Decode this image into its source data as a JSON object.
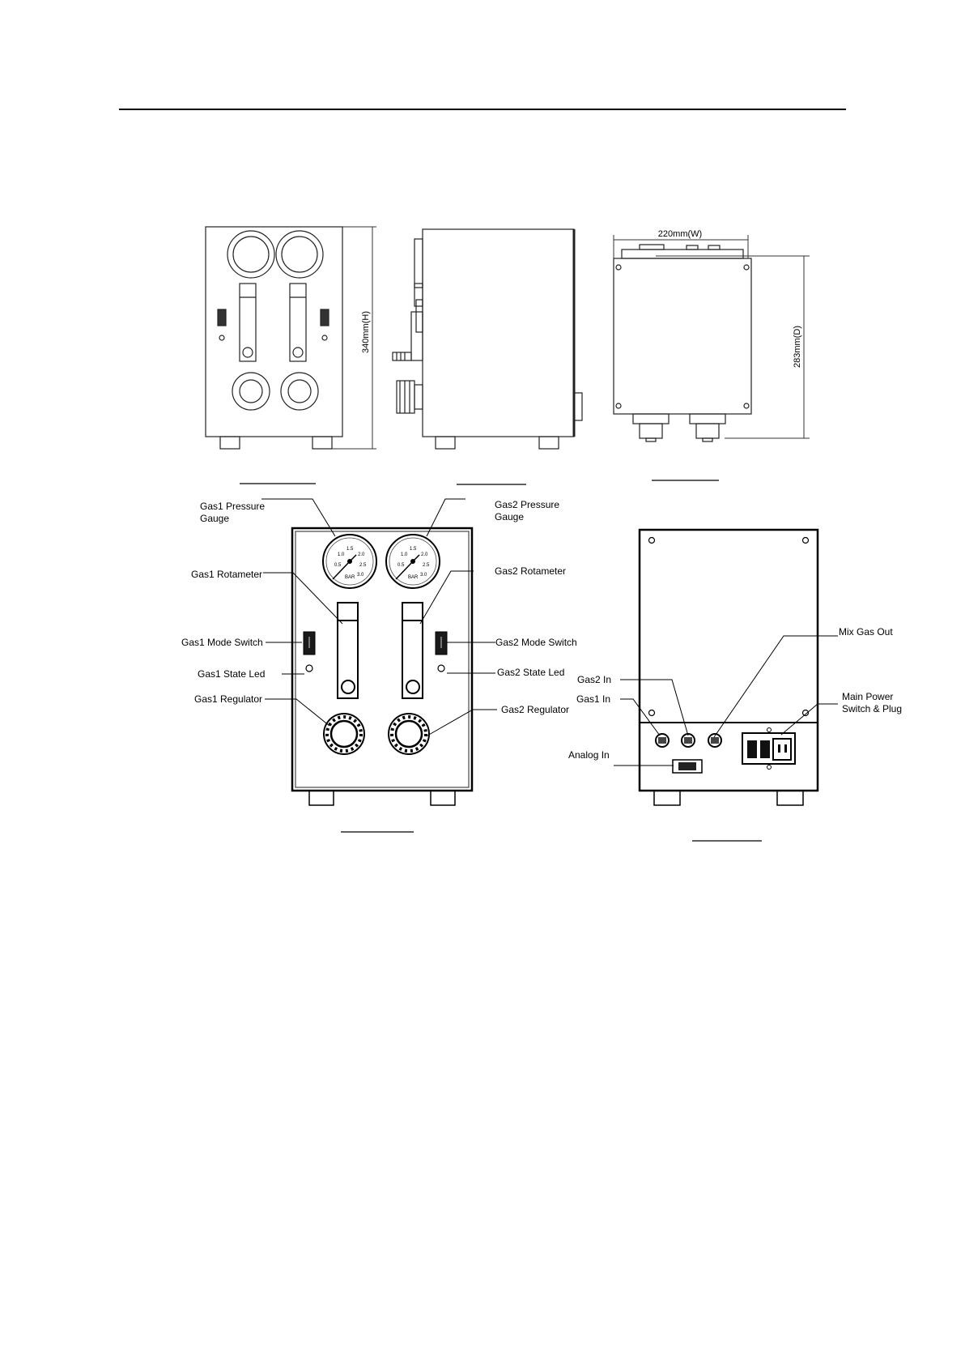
{
  "labels": {
    "gas1_pressure_gauge_line1": "Gas1 Pressure",
    "gas1_pressure_gauge_line2": "Gauge",
    "gas2_pressure_gauge_line1": "Gas2 Pressure",
    "gas2_pressure_gauge_line2": "Gauge",
    "gas1_rotameter": "Gas1 Rotameter",
    "gas2_rotameter": "Gas2 Rotameter",
    "gas1_mode_switch": "Gas1 Mode Switch",
    "gas2_mode_switch": "Gas2 Mode Switch",
    "gas1_state_led": "Gas1 State Led",
    "gas2_state_led": "Gas2 State Led",
    "gas1_regulator": "Gas1 Regulator",
    "gas2_regulator": "Gas2 Regulator",
    "mix_gas_out": "Mix Gas Out",
    "gas2_in": "Gas2 In",
    "gas1_in": "Gas1 In",
    "main_power_line1": "Main Power",
    "main_power_line2": "Switch & Plug",
    "analog_in": "Analog In"
  },
  "dimensions": {
    "height": "340mm(H)",
    "width": "220mm(W)",
    "depth": "283mm(D)"
  },
  "gauge_scale": [
    "0.5",
    "1.0",
    "1.5",
    "2.0",
    "2.5",
    "3.0"
  ],
  "gauge_unit": "BAR"
}
